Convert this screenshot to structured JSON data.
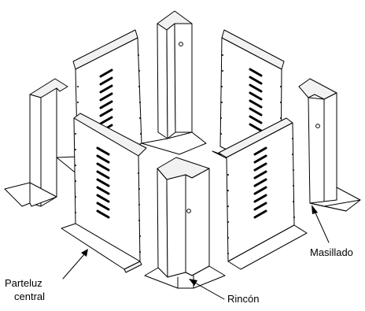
{
  "labels": {
    "masillado": "Masillado",
    "parteluz_line1": "Parteluz",
    "parteluz_line2": "central",
    "rincon": "Rincón"
  },
  "colors": {
    "stroke": "#000000",
    "background": "#ffffff"
  },
  "icons": [
    "pointer-arrow-icon"
  ]
}
